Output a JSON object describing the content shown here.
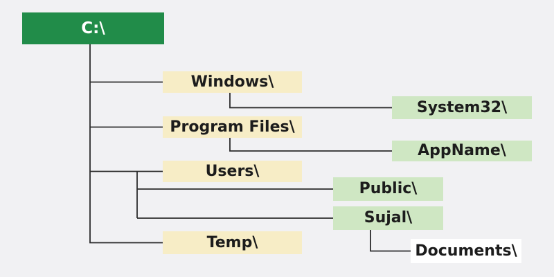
{
  "diagram_type": "directory-tree",
  "tree": {
    "label": "C:\\",
    "children": [
      {
        "label": "Windows\\",
        "children": [
          {
            "label": "System32\\"
          }
        ]
      },
      {
        "label": "Program Files\\",
        "children": [
          {
            "label": "AppName\\"
          }
        ]
      },
      {
        "label": "Users\\",
        "children": [
          {
            "label": "Public\\"
          },
          {
            "label": "Sujal\\",
            "children": [
              {
                "label": "Documents\\"
              }
            ]
          }
        ]
      },
      {
        "label": "Temp\\"
      }
    ]
  },
  "colors": {
    "background": "#f1f1f3",
    "root_fill": "#218c49",
    "root_text": "#ffffff",
    "level1_fill": "#f7edc6",
    "level2_fill": "#cfe7c3",
    "leaf_fill": "#ffffff",
    "line": "#2b2b2b",
    "text": "#1c1c1c"
  }
}
